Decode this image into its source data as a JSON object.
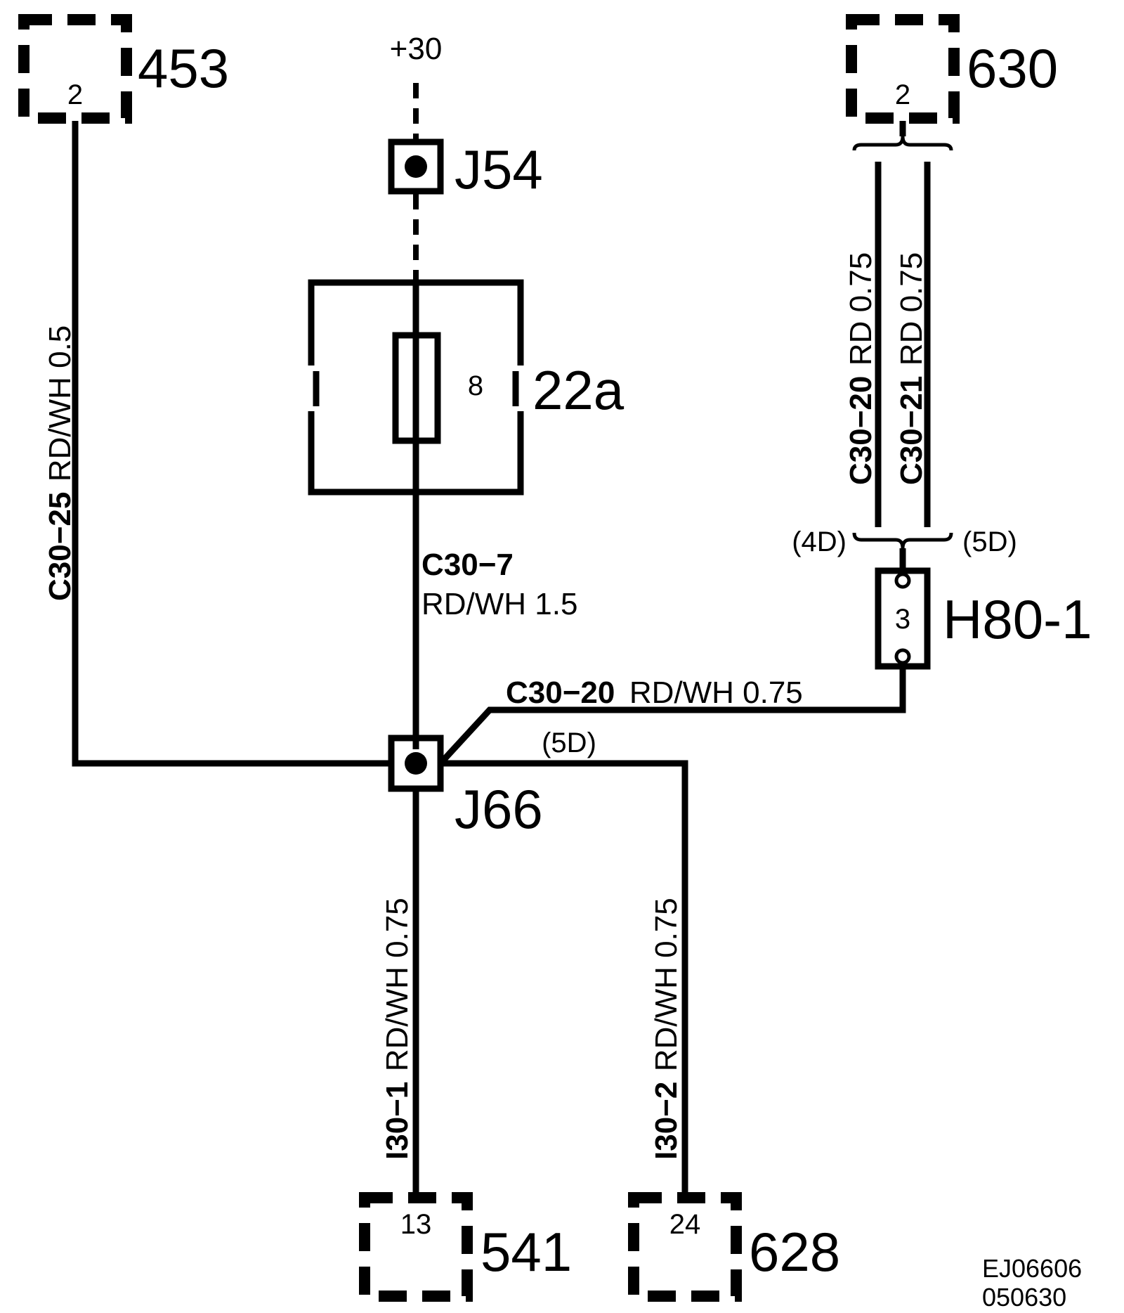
{
  "components": {
    "c453": {
      "id": "453",
      "pin": "2"
    },
    "c630": {
      "id": "630",
      "pin": "2"
    },
    "c541": {
      "id": "541",
      "pin": "13"
    },
    "c628": {
      "id": "628",
      "pin": "24"
    },
    "fuse_box": {
      "id": "22a",
      "fuse": "8"
    },
    "h80": {
      "id": "H80-1",
      "pin": "3"
    }
  },
  "junctions": {
    "j54": "J54",
    "j66": "J66"
  },
  "supply": "+30",
  "wires": {
    "c30_25": {
      "code": "C30−25",
      "spec": "RD/WH  0.5"
    },
    "c30_7": {
      "code": "C30−7",
      "spec": "RD/WH  1.5"
    },
    "c30_20_h": {
      "code": "C30−20",
      "spec": "RD/WH   0.75"
    },
    "c30_20_v": {
      "code": "C30−20",
      "spec": "RD  0.75"
    },
    "c30_21_v": {
      "code": "C30−21",
      "spec": "RD  0.75"
    },
    "i30_1": {
      "code": "I30−1",
      "spec": "RD/WH  0.75"
    },
    "i30_2": {
      "code": "I30−2",
      "spec": "RD/WH  0.75"
    }
  },
  "connector_notes": {
    "left_4d": "(4D)",
    "right_5d": "(5D)",
    "junction_5d": "(5D)"
  },
  "drawing_code": {
    "line1": "EJ06606",
    "line2": "050630"
  }
}
